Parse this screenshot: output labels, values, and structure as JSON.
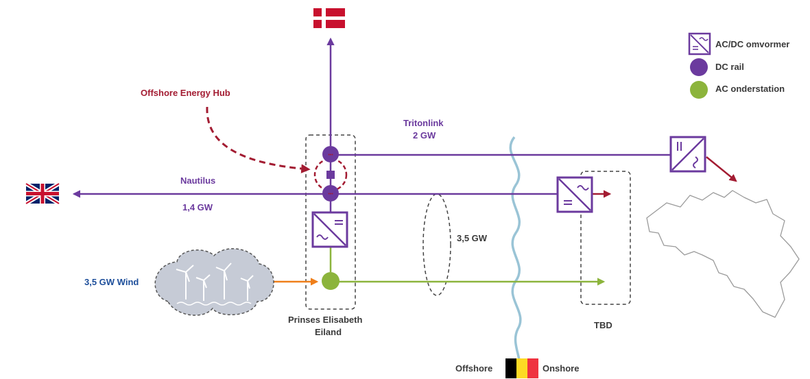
{
  "labels": {
    "hub": "Offshore Energy Hub",
    "tritonlink_name": "Tritonlink",
    "tritonlink_capacity": "2 GW",
    "nautilus_name": "Nautilus",
    "nautilus_capacity": "1,4 GW",
    "wind": "3,5 GW Wind",
    "island_line1": "Prinses Elisabeth",
    "island_line2": "Eiland",
    "ac_capacity": "3,5 GW",
    "tbd": "TBD",
    "offshore": "Offshore",
    "onshore": "Onshore"
  },
  "legend": {
    "converter": "AC/DC omvormer",
    "dc_rail": "DC rail",
    "ac_substation": "AC onderstation"
  },
  "colors": {
    "purple": "#6b3a9e",
    "green": "#8cb43c",
    "dark_red": "#a31c32",
    "orange": "#ef7f1a",
    "sea_blue": "#9ac4d6",
    "wind_blue": "#1d4e9a"
  },
  "icons": {
    "denmark": "denmark-flag-icon",
    "uk": "uk-flag-icon",
    "belgium": "belgium-flag-icon",
    "belgium_map": "belgium-map-icon",
    "wind_farm": "wind-turbine-icon"
  }
}
